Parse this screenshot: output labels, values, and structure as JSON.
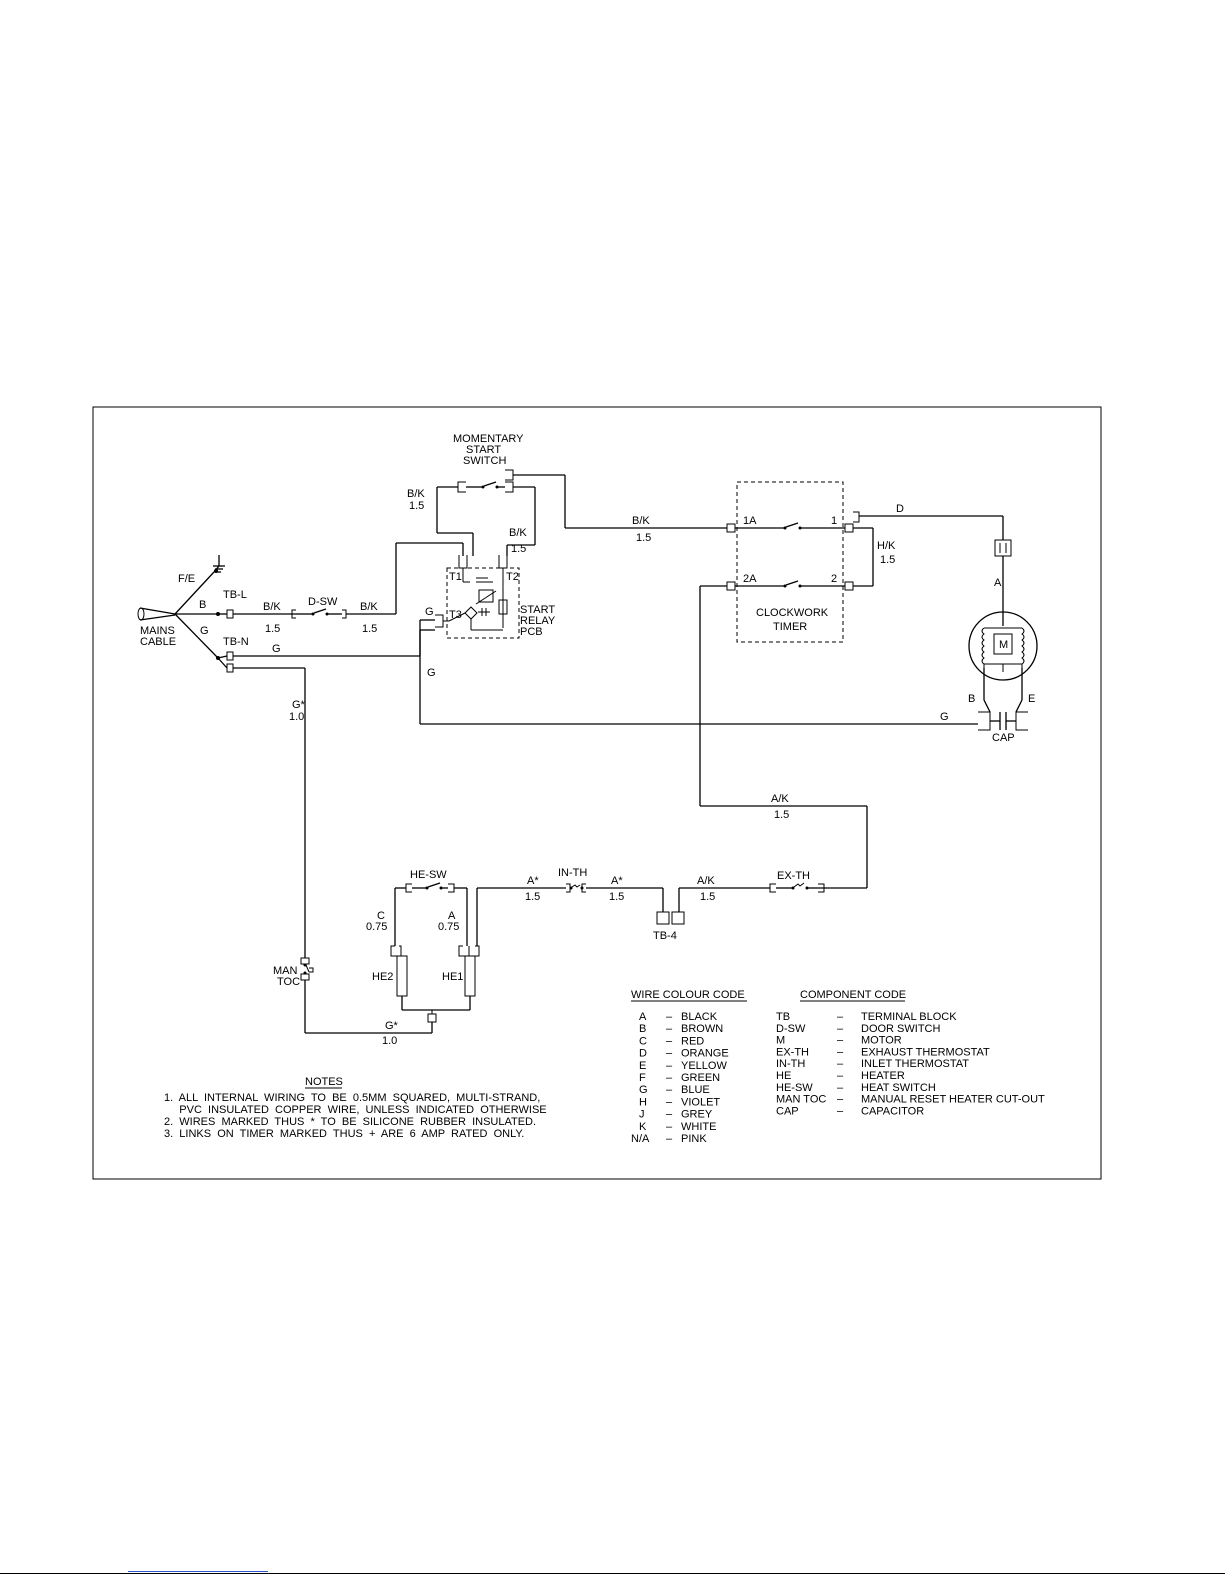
{
  "labels": {
    "momentary_1": "MOMENTARY",
    "momentary_2": "START",
    "momentary_3": "SWITCH",
    "fe": "F/E",
    "tbl": "TB-L",
    "tbn": "TB-N",
    "mains_1": "MAINS",
    "mains_2": "CABLE",
    "b": "B",
    "g": "G",
    "bk": "B/K",
    "v15": "1.5",
    "dsw": "D-SW",
    "t1": "T1",
    "t2": "T2",
    "t3": "T3",
    "start_1": "START",
    "start_2": "RELAY",
    "start_3": "PCB",
    "tim_1a": "1A",
    "tim_1": "1",
    "tim_2a": "2A",
    "tim_2": "2",
    "clock_1": "CLOCKWORK",
    "clock_2": "TIMER",
    "d": "D",
    "hk": "H/K",
    "a": "A",
    "m": "M",
    "e": "E",
    "cap": "CAP",
    "gstar": "G*",
    "v10": "1.0",
    "ak": "A/K",
    "hesw": "HE-SW",
    "inth": "IN-TH",
    "exth": "EX-TH",
    "astar": "A*",
    "c": "C",
    "v075": "0.75",
    "tb4": "TB-4",
    "man": "MAN",
    "toc": "TOC",
    "he2": "HE2",
    "he1": "HE1"
  },
  "notes": {
    "title": "NOTES",
    "lines": [
      "1.  ALL  INTERNAL  WIRING  TO  BE  0.5MM  SQUARED,  MULTI-STRAND,",
      "     PVC  INSULATED  COPPER  WIRE,  UNLESS  INDICATED  OTHERWISE",
      "2.  WIRES  MARKED  THUS  *  TO  BE  SILICONE  RUBBER  INSULATED.",
      "3.  LINKS  ON  TIMER  MARKED  THUS  +  ARE  6  AMP  RATED  ONLY."
    ]
  },
  "wire_colour_code": {
    "title": "WIRE  COLOUR  CODE",
    "rows": [
      {
        "code": "A",
        "dash": "–",
        "name": "BLACK"
      },
      {
        "code": "B",
        "dash": "–",
        "name": "BROWN"
      },
      {
        "code": "C",
        "dash": "–",
        "name": "RED"
      },
      {
        "code": "D",
        "dash": "–",
        "name": "ORANGE"
      },
      {
        "code": "E",
        "dash": "–",
        "name": "YELLOW"
      },
      {
        "code": "F",
        "dash": "–",
        "name": "GREEN"
      },
      {
        "code": "G",
        "dash": "–",
        "name": "BLUE"
      },
      {
        "code": "H",
        "dash": "–",
        "name": "VIOLET"
      },
      {
        "code": "J",
        "dash": "–",
        "name": "GREY"
      },
      {
        "code": "K",
        "dash": "–",
        "name": "WHITE"
      },
      {
        "code": "N/A",
        "dash": "–",
        "name": "PINK"
      }
    ]
  },
  "component_code": {
    "title": "COMPONENT  CODE",
    "rows": [
      {
        "code": "TB",
        "dash": "–",
        "name": "TERMINAL  BLOCK"
      },
      {
        "code": "D-SW",
        "dash": "–",
        "name": "DOOR  SWITCH"
      },
      {
        "code": "M",
        "dash": "–",
        "name": "MOTOR"
      },
      {
        "code": "EX-TH",
        "dash": "–",
        "name": "EXHAUST  THERMOSTAT"
      },
      {
        "code": "IN-TH",
        "dash": "–",
        "name": "INLET  THERMOSTAT"
      },
      {
        "code": "HE",
        "dash": "–",
        "name": "HEATER"
      },
      {
        "code": "HE-SW",
        "dash": "–",
        "name": "HEAT  SWITCH"
      },
      {
        "code": "MAN TOC",
        "dash": "–",
        "name": "MANUAL  RESET  HEATER  CUT-OUT"
      },
      {
        "code": "CAP",
        "dash": "–",
        "name": "CAPACITOR"
      }
    ]
  }
}
